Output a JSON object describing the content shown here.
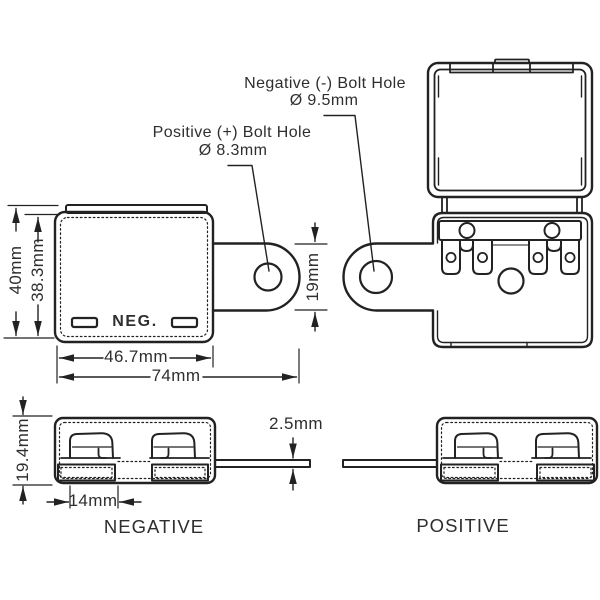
{
  "colors": {
    "line": "#222222",
    "text": "#2e2e2e",
    "background": "#ffffff"
  },
  "callouts": {
    "negative": {
      "title": "Negative (-) Bolt Hole",
      "diameter": "Ø 9.5mm"
    },
    "positive": {
      "title": "Positive (+) Bolt Hole",
      "diameter": "Ø 8.3mm"
    }
  },
  "dimensions": {
    "overall_height": "40mm",
    "body_height": "38.3mm",
    "body_width": "46.7mm",
    "overall_width": "74mm",
    "tab_width": "19mm",
    "side_height": "19.4mm",
    "fuse_slot_width": "14mm",
    "terminal_thickness": "2.5mm"
  },
  "markings": {
    "negative_cover": "NEG."
  },
  "view_labels": {
    "left": "NEGATIVE",
    "right": "POSITIVE"
  }
}
